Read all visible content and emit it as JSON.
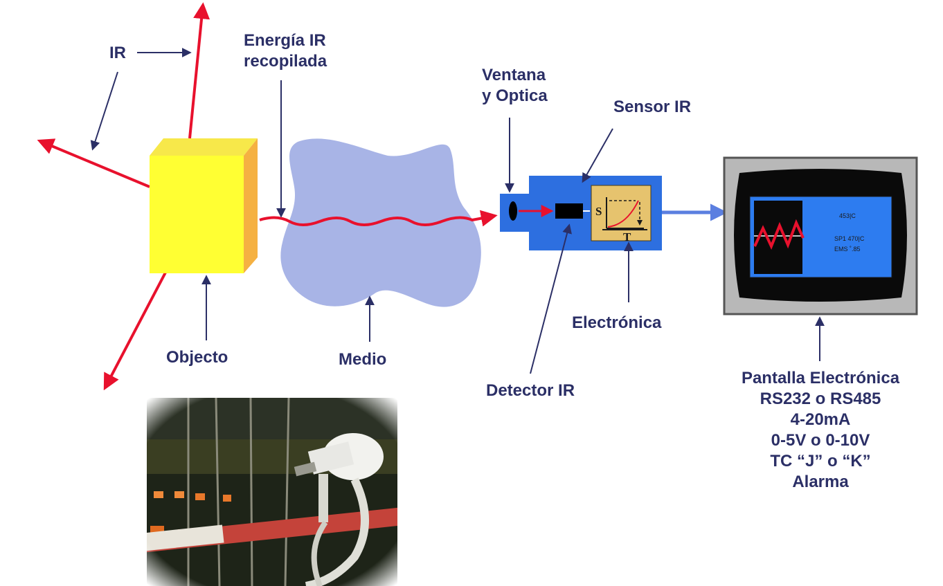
{
  "labels": {
    "ir": "IR",
    "energia_line1": "Energía IR",
    "energia_line2": "recopilada",
    "ventana_line1": "Ventana",
    "ventana_line2": "y Optica",
    "sensor": "Sensor IR",
    "objecto": "Objecto",
    "medio": "Medio",
    "electronica": "Electrónica",
    "detector": "Detector IR",
    "pantalla": [
      "Pantalla Electrónica",
      "RS232 o RS485",
      "4-20mA",
      "0-5V o 0-10V",
      "TC “J” o “K”",
      "Alarma"
    ]
  },
  "sensor_box": {
    "s_letter": "S",
    "t_letter": "T"
  },
  "display_screen": {
    "temp_reading": "453|C",
    "setpoint": "SP1  470|C",
    "emissivity": "EMS    ˚.85"
  },
  "colors": {
    "label": "#2b2f66",
    "ir_red": "#e8112d",
    "object_yellow": "#ffff33",
    "object_side": "#f5b142",
    "medium": "#a8b4e6",
    "sensor_blue": "#2d6fe0",
    "electronics_tan": "#e6c36e",
    "screen_blue": "#2d7cf0"
  }
}
